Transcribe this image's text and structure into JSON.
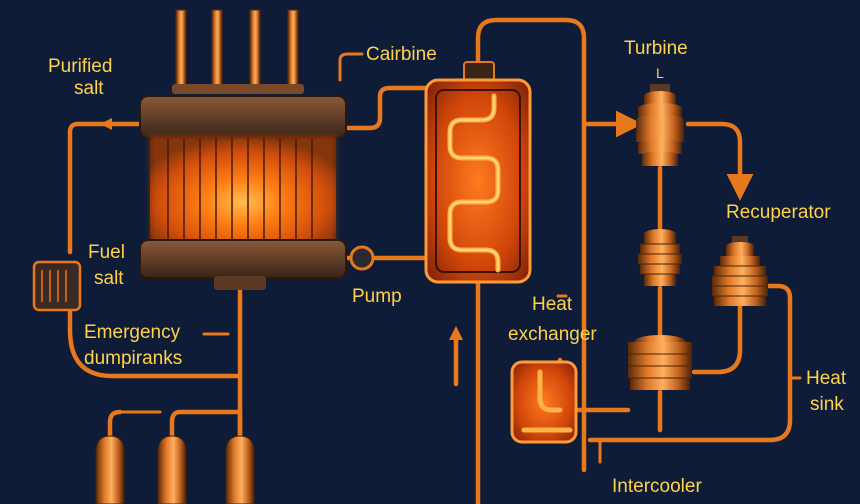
{
  "labels": {
    "purified_salt_line1": "Purified",
    "purified_salt_line2": "salt",
    "cairbine": "Cairbine",
    "turbine": "Turbine",
    "turbine_tick": "L",
    "fuel_salt_line1": "Fuel",
    "fuel_salt_line2": "salt",
    "recuperator": "Recuperator",
    "pump": "Pump",
    "emergency_line1": "Emergency",
    "emergency_line2": "dumpiranks",
    "heat_exchanger_line1": "Heat",
    "heat_exchanger_line2": "exchanger",
    "heat_sink_line1": "Heat",
    "heat_sink_line2": "sink",
    "intercooler": "Intercooler"
  },
  "colors": {
    "background": "#0f1c38",
    "pipe": "#e8781c",
    "label_primary": "#ffd24a",
    "label_secondary": "#ffa64a",
    "core_glow": "#ff7a10"
  }
}
